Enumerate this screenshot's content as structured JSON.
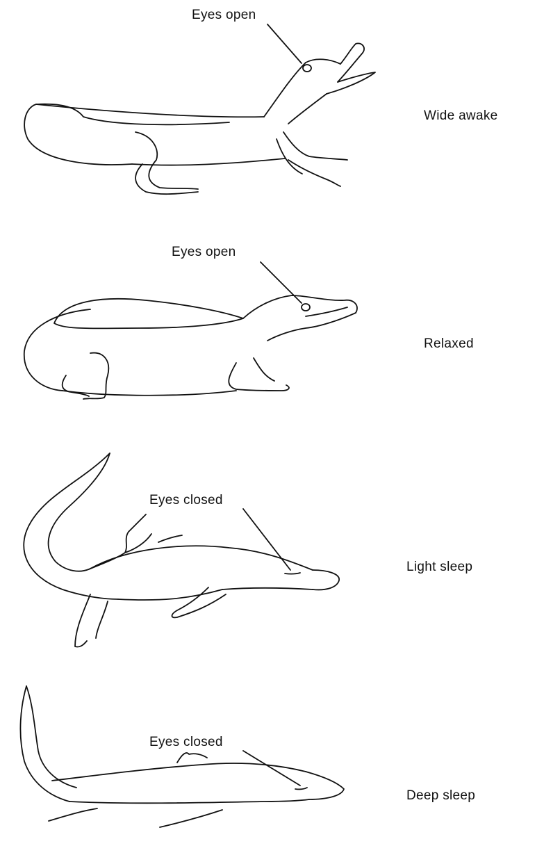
{
  "panels": [
    {
      "state": "Wide awake",
      "eye_label": "Eyes open"
    },
    {
      "state": "Relaxed",
      "eye_label": "Eyes open"
    },
    {
      "state": "Light sleep",
      "eye_label": "Eyes closed"
    },
    {
      "state": "Deep sleep",
      "eye_label": "Eyes closed"
    }
  ]
}
